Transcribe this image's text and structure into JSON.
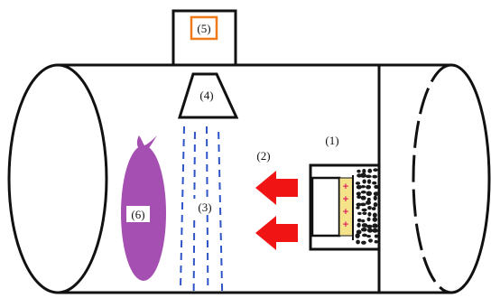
{
  "colors": {
    "outline": "#111111",
    "balloon": "#a64fb2",
    "arrow": "#f01414",
    "spray": "#2f54c8",
    "filter_yellow": "#f5e38a",
    "filter_plus": "#e0245e",
    "orange_box": "#f07a1a",
    "granules": "#1a1a1a"
  },
  "labels": {
    "l1": "(1)",
    "l2": "(2)",
    "l3": "(3)",
    "l4": "(4)",
    "l5": "(5)",
    "l6": "(6)"
  }
}
